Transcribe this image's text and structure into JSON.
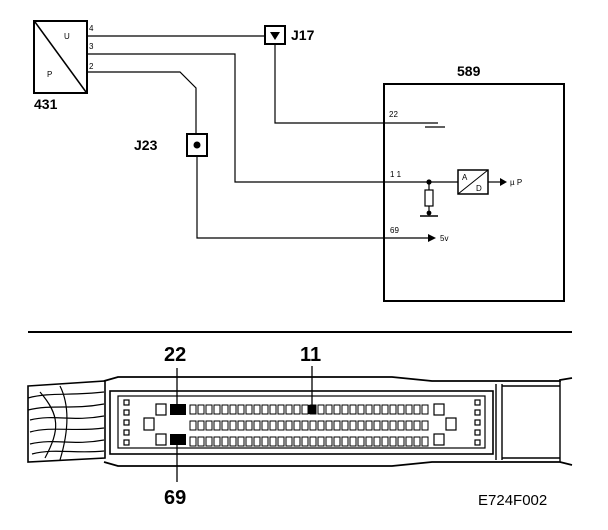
{
  "components": {
    "sensor": {
      "id": "431",
      "upper_mark": "U",
      "lower_mark": "P",
      "pins": [
        "4",
        "3",
        "2"
      ]
    },
    "junction_a": {
      "id": "J17"
    },
    "junction_b": {
      "id": "J23"
    },
    "ecu": {
      "id": "589",
      "pins": {
        "ground": "22",
        "signal": "1 1",
        "supply": "69"
      },
      "supply_label": "5v",
      "converter_labels": [
        "A",
        "D"
      ],
      "output_label": "µ P"
    }
  },
  "connector": {
    "highlight_pins": {
      "top_left": "22",
      "top_mid": "11",
      "bottom_left": "69"
    }
  },
  "figure_code": "E724F002"
}
